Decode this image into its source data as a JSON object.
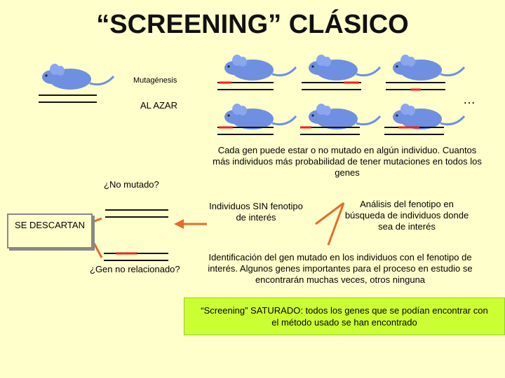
{
  "title": "“SCREENING” CLÁSICO",
  "mutagenesis_label": "Mutagénesis",
  "random_label": "AL AZAR",
  "ellipsis": "…",
  "explanation": "Cada gen puede estar o no mutado en algún individuo. Cuantos más individuos más probabilidad de tener mutaciones en todos los genes",
  "not_mutated_question": "¿No mutado?",
  "no_phenotype_text": "Individuos SIN fenotipo de interés",
  "analysis_text": "Análisis del fenotipo en búsqueda de individuos donde sea de interés",
  "discard_label": "SE DESCARTAN",
  "unrelated_question": "¿Gen no relacionado?",
  "identification_text": "Identificación del gen mutado en los individuos con el fenotipo de interés. Algunos genes importantes para el proceso en estudio se encontrarán muchas veces, otros ninguna",
  "saturated_text": "“Screening” SATURADO: todos los genes que se podían encontrar con el método usado se han encontrado",
  "colors": {
    "mouse": "#6f90e0",
    "mutation": "#ee2020",
    "arrow": "#e36c2c",
    "green_box": "#ccff33"
  }
}
